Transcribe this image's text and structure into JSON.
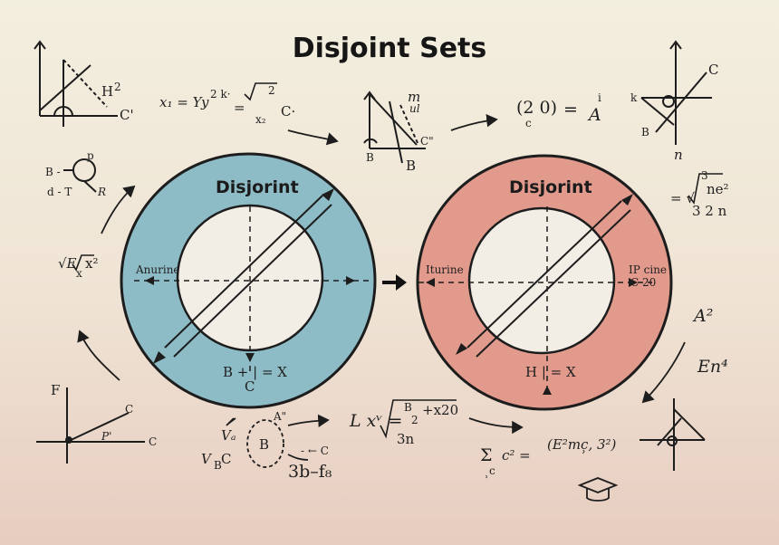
{
  "title": "Disjoint Sets",
  "left_set": {
    "label": "Disjorint",
    "side_label": "Anurine",
    "bottom_eq": "B + | = X",
    "bottom_sub": "C",
    "fill": "#8dbcc6",
    "core": "#f2eee6"
  },
  "right_set": {
    "label": "Disjorint",
    "side_label_left": "Iturine",
    "side_label_right": "IP cine",
    "side_sub_right": "C 20",
    "bottom_eq": "H | = X",
    "fill": "#e29a8d",
    "core": "#f2eee6"
  },
  "scribbles": {
    "top_left_h2": "H",
    "top_left_exp": "2",
    "top_left_c": "C'",
    "eq_x1": "x₁ = Y",
    "eq_y": "y",
    "eq_2k": "2 k·",
    "eq_equals": "=",
    "eq_root_2": "2",
    "eq_x2": "x₂",
    "eq_c": "C·",
    "mid_m": "m",
    "mid_ul": "ul",
    "mid_c": "C\"",
    "mid_b_small": "B",
    "mid_b": "B",
    "paren": "(2 0)",
    "paren_c": "c",
    "paren_eq": "=",
    "paren_a": "A",
    "paren_i": "i",
    "tr_k": "k",
    "tr_c": "C",
    "tr_b": "B",
    "tr_n": "n",
    "left_p": "p",
    "left_b": "B -",
    "left_dt": "d - T",
    "left_r": "R",
    "left_root": "√E",
    "left_x2": "x²",
    "left_sub": "x",
    "right_eq": "= √",
    "right_3": "3",
    "right_ne2": "ne²",
    "right_32n": "3 2 n",
    "right_a2": "A²",
    "right_en4": "En⁴",
    "bl_f": "F",
    "bl_c": "C",
    "bl_p": "P'",
    "bl_c2": "C",
    "bm_va": "Vₐ",
    "bm_vb": "V",
    "bm_b": "B",
    "bm_c": "C",
    "bm_a": "A\"",
    "bm_bb": "B",
    "bm_dc": "- ← C",
    "bm_3b": "3b–f₈",
    "bc_lx": "L xᵛ =",
    "bc_b2": "B",
    "bc_b2b": "2",
    "bc_x20": "+x20",
    "bc_3n": "3n",
    "br_sum": "Σ",
    "br_c2": "c² =",
    "br_sqrt": "(E²mc̹,  3²)",
    "br_sub": "̹c"
  }
}
